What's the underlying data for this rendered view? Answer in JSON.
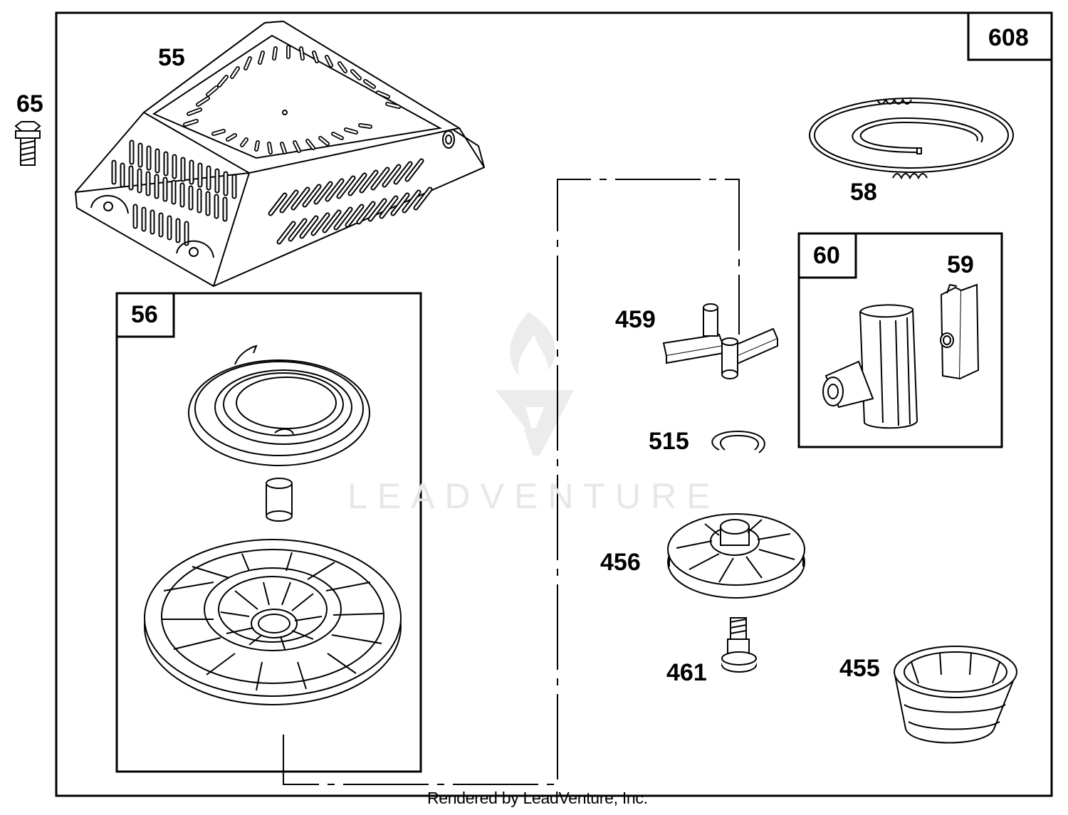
{
  "assembly_number": "608",
  "kit_boxes": [
    {
      "id": "56"
    },
    {
      "id": "60"
    }
  ],
  "part_labels": [
    {
      "id": "55"
    },
    {
      "id": "65"
    },
    {
      "id": "58"
    },
    {
      "id": "59"
    },
    {
      "id": "459"
    },
    {
      "id": "515"
    },
    {
      "id": "456"
    },
    {
      "id": "461"
    },
    {
      "id": "455"
    }
  ],
  "watermark": {
    "text": "LEADVENTURE"
  },
  "footer": {
    "text": "Rendered by LeadVenture, Inc."
  },
  "colors": {
    "line": "#000000",
    "background": "#ffffff",
    "watermark": "#e7e7e7"
  }
}
